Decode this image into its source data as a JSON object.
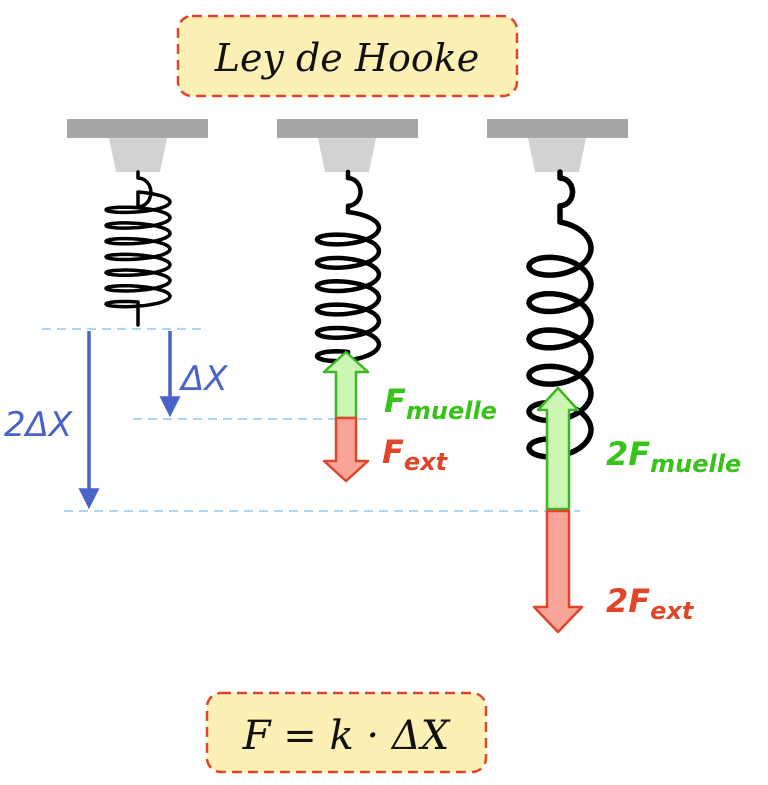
{
  "title": "Ley de Hooke",
  "formula": "F = k · ΔX",
  "delta_labels": {
    "single": "ΔX",
    "double": "2ΔX"
  },
  "forces": {
    "spring_force": {
      "prefix": "",
      "symbol": "F",
      "subscript": "muelle"
    },
    "external_force": {
      "prefix": "",
      "symbol": "F",
      "subscript": "ext"
    },
    "double_spring_force": {
      "prefix": "2",
      "symbol": "F",
      "subscript": "muelle"
    },
    "double_external_force": {
      "prefix": "2",
      "symbol": "F",
      "subscript": "ext"
    }
  },
  "colors": {
    "label_box_fill": "#fdf0b5",
    "label_box_border": "#e0452a",
    "support": "#a7a7a7",
    "mount": "#d2d2d2",
    "spring": "#000000",
    "delta_arrow": "#4a63c8",
    "guide_line": "#a9d8f2",
    "spring_force_fill": "#ccf7b3",
    "spring_force_stroke": "#3fb526",
    "spring_force_text": "#38c21a",
    "external_force_fill": "#f8a498",
    "external_force_stroke": "#e0452a",
    "external_force_text": "#e0452a"
  }
}
